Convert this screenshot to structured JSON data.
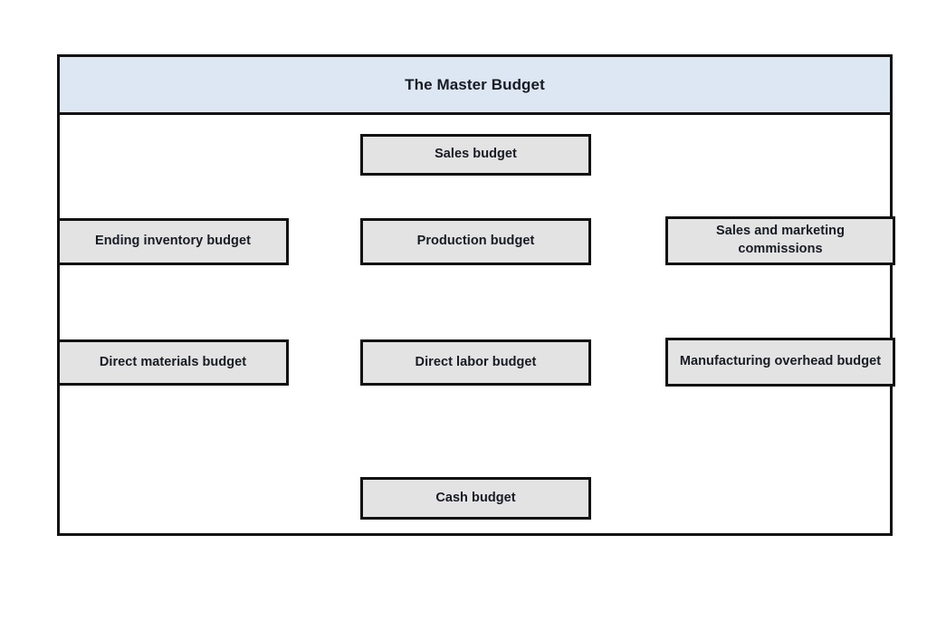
{
  "diagram": {
    "title": "The Master Budget",
    "title_fill": "#dce7f3",
    "node_fill": "#e3e3e3",
    "border_color": "#121212",
    "text_color": "#171b22",
    "nodes": [
      {
        "id": "sales-budget",
        "label": "Sales budget",
        "column": "middle",
        "row": 1
      },
      {
        "id": "ending-inventory-budget",
        "label": "Ending inventory budget",
        "column": "left",
        "row": 2
      },
      {
        "id": "production-budget",
        "label": "Production budget",
        "column": "middle",
        "row": 2
      },
      {
        "id": "sales-and-marketing-commissions",
        "label": "Sales and marketing commissions",
        "column": "right",
        "row": 2
      },
      {
        "id": "direct-materials-budget",
        "label": "Direct materials budget",
        "column": "left",
        "row": 3
      },
      {
        "id": "direct-labor-budget",
        "label": "Direct labor budget",
        "column": "middle",
        "row": 3
      },
      {
        "id": "manufacturing-overhead-budget",
        "label": "Manufacturing overhead budget",
        "column": "right",
        "row": 3
      },
      {
        "id": "cash-budget",
        "label": "Cash budget",
        "column": "middle",
        "row": 4
      }
    ]
  }
}
